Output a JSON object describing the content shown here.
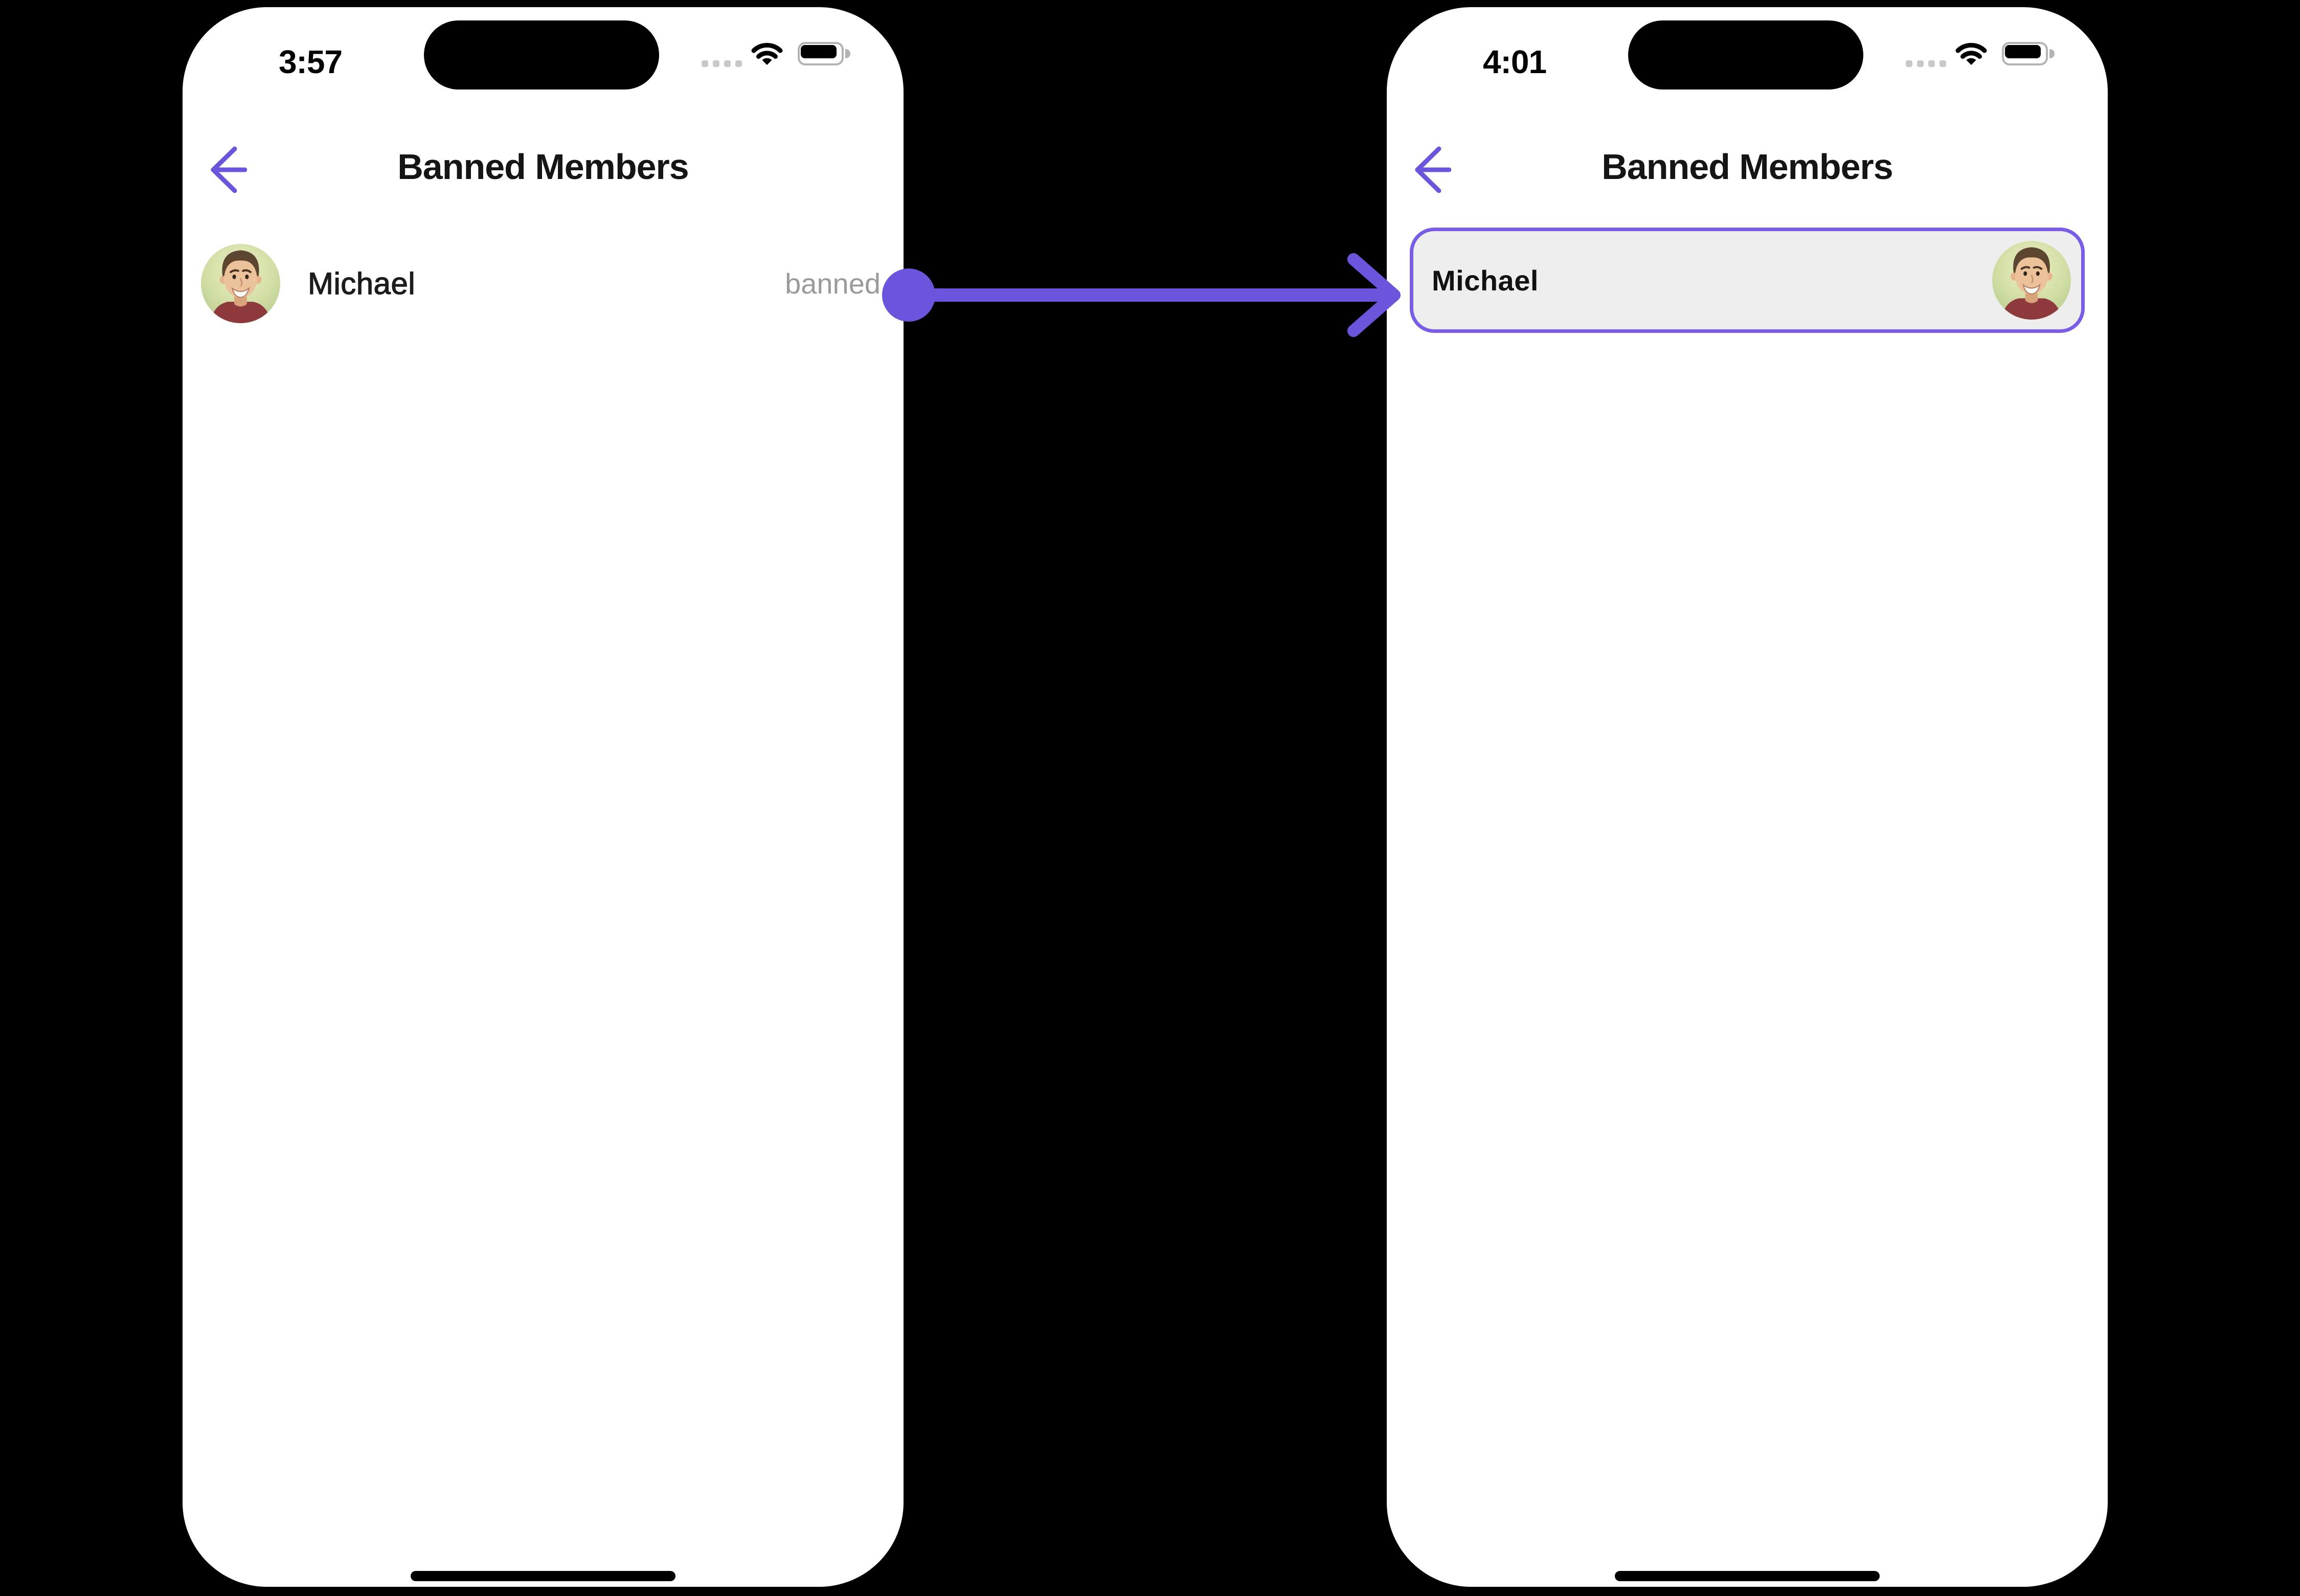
{
  "screens": {
    "left": {
      "status_bar": {
        "time": "3:57"
      },
      "header": {
        "title": "Banned Members"
      },
      "member_row": {
        "name": "Michael",
        "status_label": "banned",
        "avatar": "michael-avatar"
      }
    },
    "right": {
      "status_bar": {
        "time": "4:01"
      },
      "header": {
        "title": "Banned Members"
      },
      "member_card": {
        "name": "Michael",
        "avatar": "michael-avatar",
        "selected": true
      }
    }
  },
  "icons": {
    "back": "left-arrow",
    "cellular": "four-dots",
    "wifi": "wifi-arcs",
    "battery": "battery-full",
    "flow": "dot-tail-right-arrow"
  },
  "colors": {
    "accent": "#6C55DC",
    "card_border": "#7B5CE6",
    "card_bg": "#EEEEEE",
    "muted": "#9B9B9B",
    "phone_bg": "#FFFFFF",
    "canvas": "#000000"
  }
}
